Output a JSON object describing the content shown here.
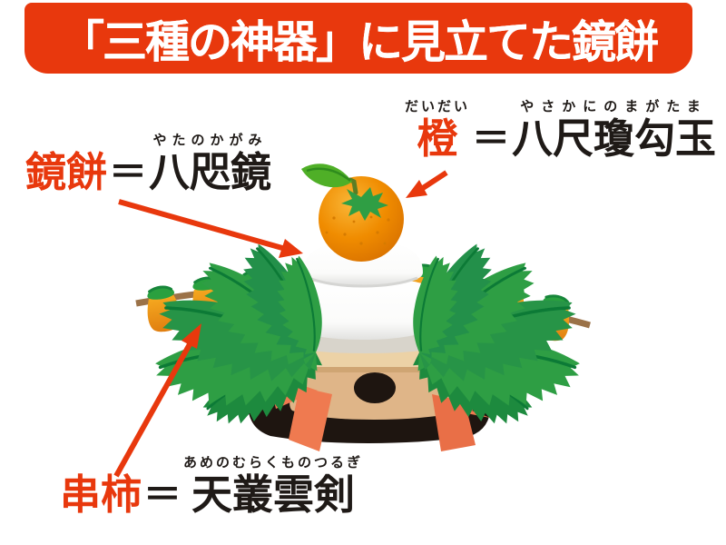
{
  "banner": {
    "title": "「三種の神器」に見立てた鏡餅"
  },
  "labels": {
    "kagamimochi": {
      "term": "鏡餅",
      "equals": "＝",
      "treasure": "八咫鏡",
      "treasure_furigana": "やたのかがみ"
    },
    "daidai": {
      "term": "橙",
      "term_furigana": "だいだい",
      "equals": "＝",
      "treasure": "八尺瓊勾玉",
      "treasure_furigana": "やさかにのまがたま"
    },
    "kushigaki": {
      "term": "串柿",
      "equals": "＝",
      "treasure": "天叢雲剣",
      "treasure_furigana": "あめのむらくものつるぎ"
    }
  },
  "colors": {
    "banner_red": "#e8380d",
    "accent_red": "#e8380d",
    "text_black": "#1f1a17",
    "orange_fruit": "#f08c00",
    "persimmon_orange": "#ec9414",
    "fern_green": "#2e9e44",
    "leaf_dark_green": "#157a38",
    "stand_tan": "#dfb588",
    "stand_base_black": "#1e1510",
    "gohei_salmon": "#ef7a50",
    "mochi_white": "#ffffff",
    "stick_brown": "#9b7248"
  }
}
